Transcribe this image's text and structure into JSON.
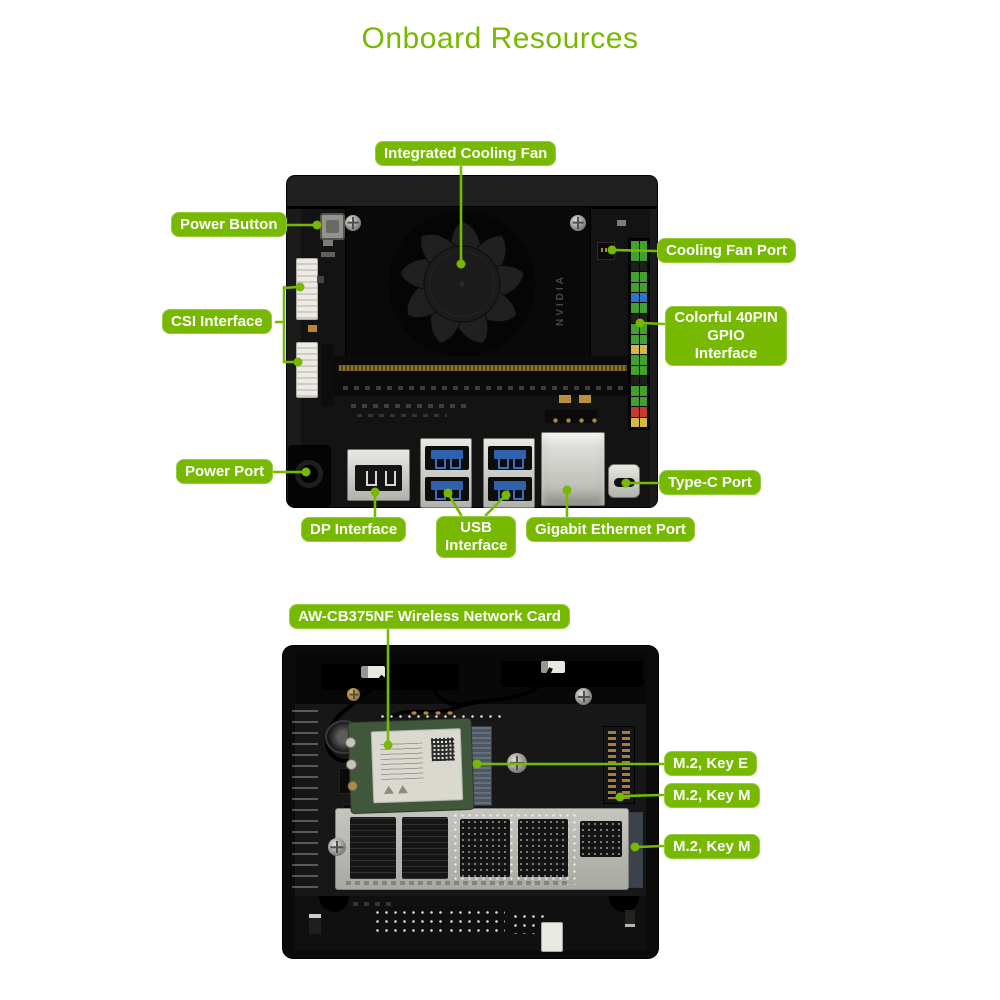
{
  "title": "Onboard Resources",
  "colors": {
    "accent_green": "#76b900",
    "label_text": "#ffffff",
    "background": "#ffffff"
  },
  "top_board": {
    "module_brand": "NVIDIA",
    "labels": {
      "integrated_cooling_fan": "Integrated Cooling Fan",
      "power_button": "Power Button",
      "cooling_fan_port": "Cooling Fan Port",
      "csi_interface": "CSI Interface",
      "gpio_interface": "Colorful 40PIN GPIO Interface",
      "power_port": "Power Port",
      "type_c_port": "Type-C Port",
      "dp_interface": "DP Interface",
      "usb_interface": "USB Interface",
      "gigabit_ethernet_port": "Gigabit Ethernet Port"
    },
    "gpio_pin_colors": [
      "#44a02c",
      "#44a02c",
      "#1e1e1e",
      "#44a02c",
      "#44a02c",
      "#2f74c8",
      "#44a02c",
      "#1e1e1e",
      "#44a02c",
      "#44a02c",
      "#d3b93c",
      "#44a02c",
      "#44a02c",
      "#1e1e1e",
      "#44a02c",
      "#44a02c",
      "#c23b31",
      "#d3b93c"
    ]
  },
  "bottom_board": {
    "labels": {
      "wireless_card": "AW-CB375NF Wireless Network Card",
      "m2_key_e": "M.2, Key E",
      "m2_key_m_1": "M.2, Key M",
      "m2_key_m_2": "M.2, Key M"
    }
  }
}
